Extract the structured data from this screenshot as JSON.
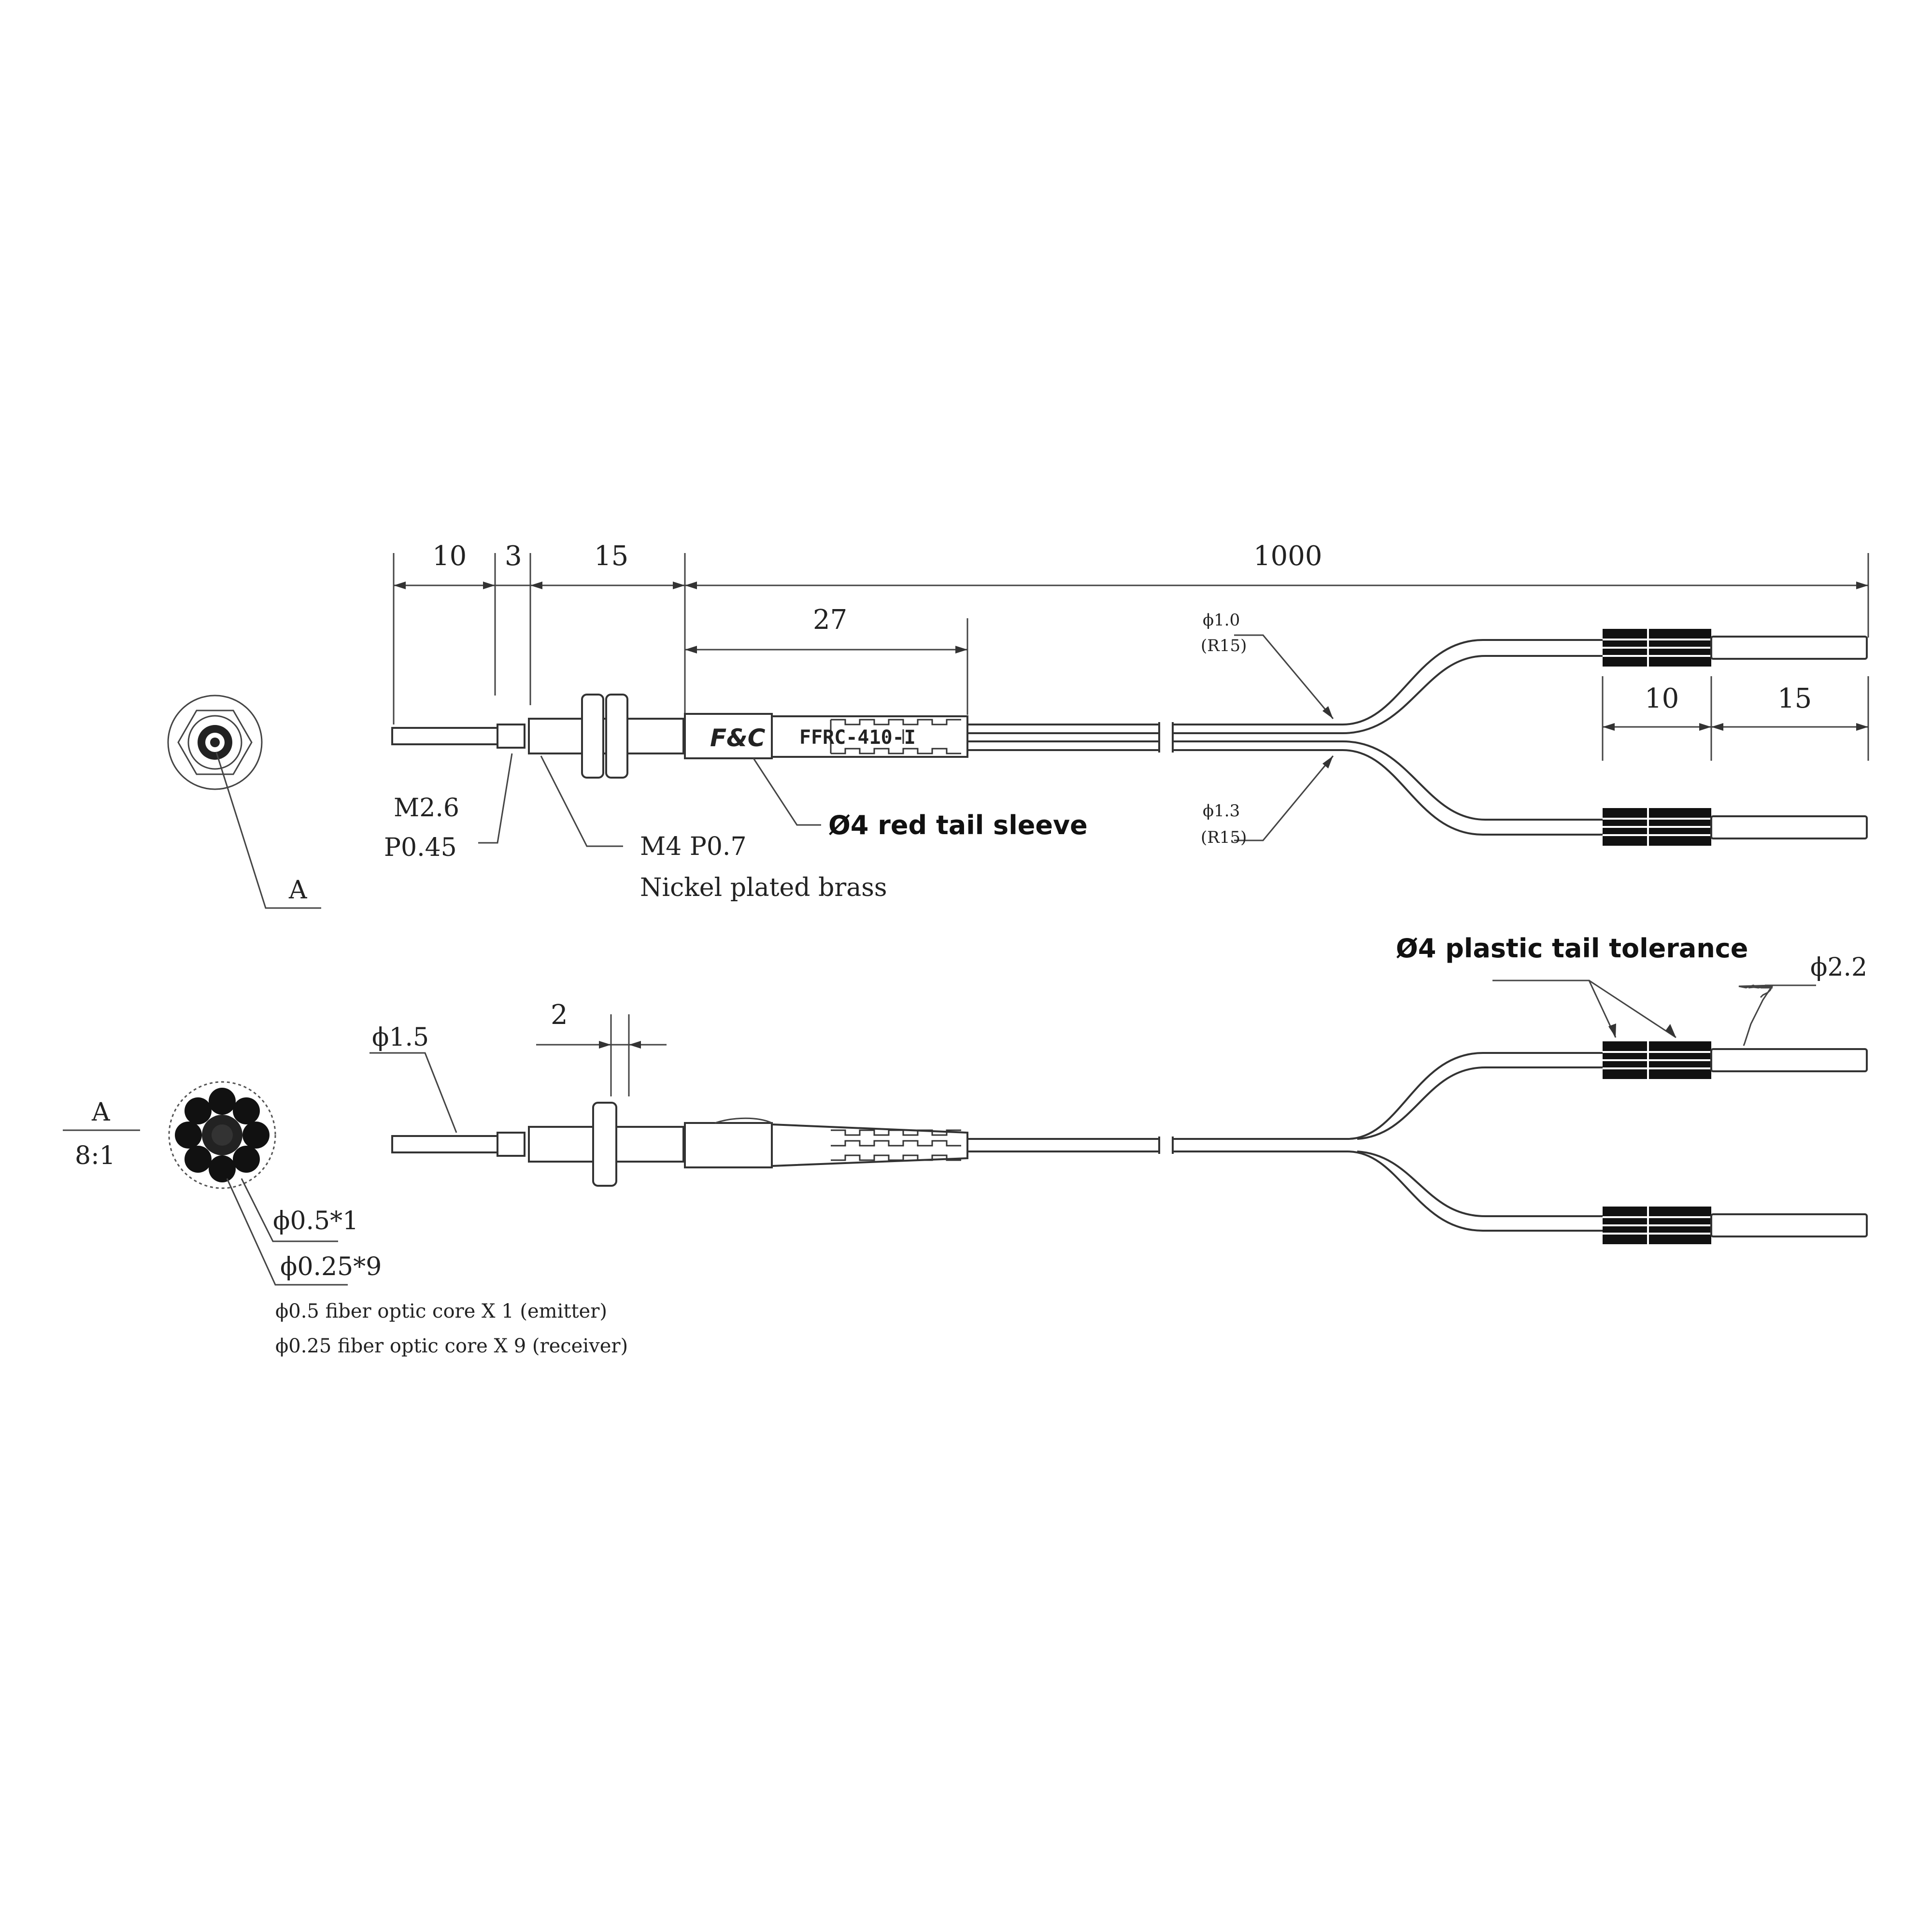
{
  "top_view": {
    "dims": {
      "d10": "10",
      "d3": "3",
      "d15": "15",
      "d1000": "1000",
      "d27": "27",
      "tail10": "10",
      "tail15": "15"
    },
    "fiber_upper": {
      "dia": "ϕ1.0",
      "radius": "(R15)"
    },
    "fiber_lower": {
      "dia": "ϕ1.3",
      "radius": "(R15)"
    },
    "thread_tip": {
      "line1": "M2.6",
      "line2": "P0.45"
    },
    "thread_body": {
      "line1": "M4 P0.7",
      "line2": "Nickel plated brass"
    },
    "sleeve_label": "Ø4 red tail sleeve",
    "brand": "F&C",
    "model": "FFRC-410-I",
    "end_view_label": "A"
  },
  "bottom_view": {
    "tip_dia": "ϕ1.5",
    "hex_width": "2",
    "tolerance_label": "Ø4 plastic tail tolerance",
    "tail_dia": "ϕ2.2"
  },
  "detail": {
    "label": "A",
    "scale": "8:1",
    "core1": "ϕ0.5*1",
    "core9": "ϕ0.25*9",
    "note1": "ϕ0.5  fiber optic core X 1 (emitter)",
    "note2": "ϕ0.25 fiber optic core X 9 (receiver)"
  }
}
